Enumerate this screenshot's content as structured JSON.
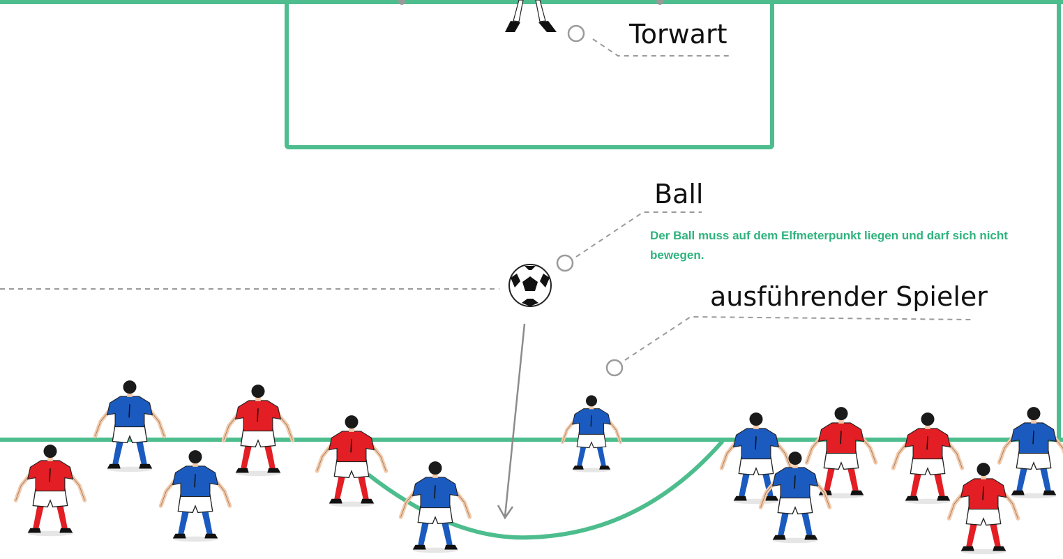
{
  "labels": {
    "goalkeeper": "Torwart",
    "ball": "Ball",
    "ball_note": "Der Ball muss auf dem Elfmeterpunkt liegen und darf sich nicht bewegen.",
    "kicker": "ausführender Spieler"
  },
  "colors": {
    "field_line": "#4dbd8e",
    "note_text": "#2fb37e",
    "dashed_line": "#9a9a9a",
    "team_red": "#e31e24",
    "team_blue": "#1b5bbf",
    "shorts": "#ffffff",
    "skin": "#f4c9a8",
    "hair": "#1a1a1a"
  },
  "icons": {
    "ball": "soccer-ball-icon",
    "player": "player-figure-icon",
    "marker": "circle-marker-icon"
  },
  "players": [
    {
      "team": "red",
      "role": "field player"
    },
    {
      "team": "blue",
      "role": "field player"
    },
    {
      "team": "blue",
      "role": "field player"
    },
    {
      "team": "red",
      "role": "field player"
    },
    {
      "team": "red",
      "role": "field player"
    },
    {
      "team": "blue",
      "role": "field player"
    },
    {
      "team": "blue",
      "role": "kicker"
    },
    {
      "team": "blue",
      "role": "field player"
    },
    {
      "team": "blue",
      "role": "field player"
    },
    {
      "team": "red",
      "role": "field player"
    },
    {
      "team": "red",
      "role": "field player"
    },
    {
      "team": "red",
      "role": "field player"
    },
    {
      "team": "blue",
      "role": "field player"
    }
  ]
}
